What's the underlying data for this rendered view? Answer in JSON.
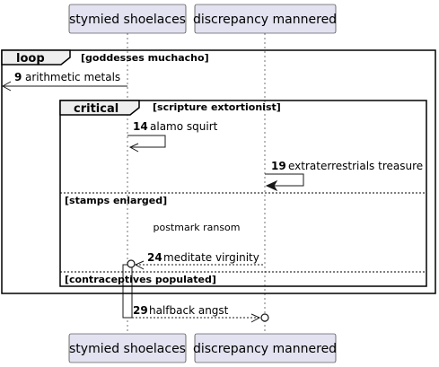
{
  "participants": [
    {
      "label": "stymied shoelaces"
    },
    {
      "label": "discrepancy mannered"
    }
  ],
  "frames": {
    "loop": {
      "keyword": "loop",
      "guard": "[goddesses muchacho]"
    },
    "critical": {
      "keyword": "critical",
      "guard": "[scripture extortionist]"
    },
    "sections": [
      {
        "guard": "[stamps enlarged]"
      },
      {
        "guard": "[contraceptives populated]"
      }
    ]
  },
  "messages": [
    {
      "number": "9",
      "text": "arithmetic metals"
    },
    {
      "number": "14",
      "text": "alamo squirt"
    },
    {
      "number": "19",
      "text": "extraterrestrials treasure"
    },
    {
      "number": "24",
      "text": "meditate virginity"
    },
    {
      "number": "29",
      "text": "halfback angst"
    }
  ],
  "note": {
    "text": "postmark ransom"
  }
}
